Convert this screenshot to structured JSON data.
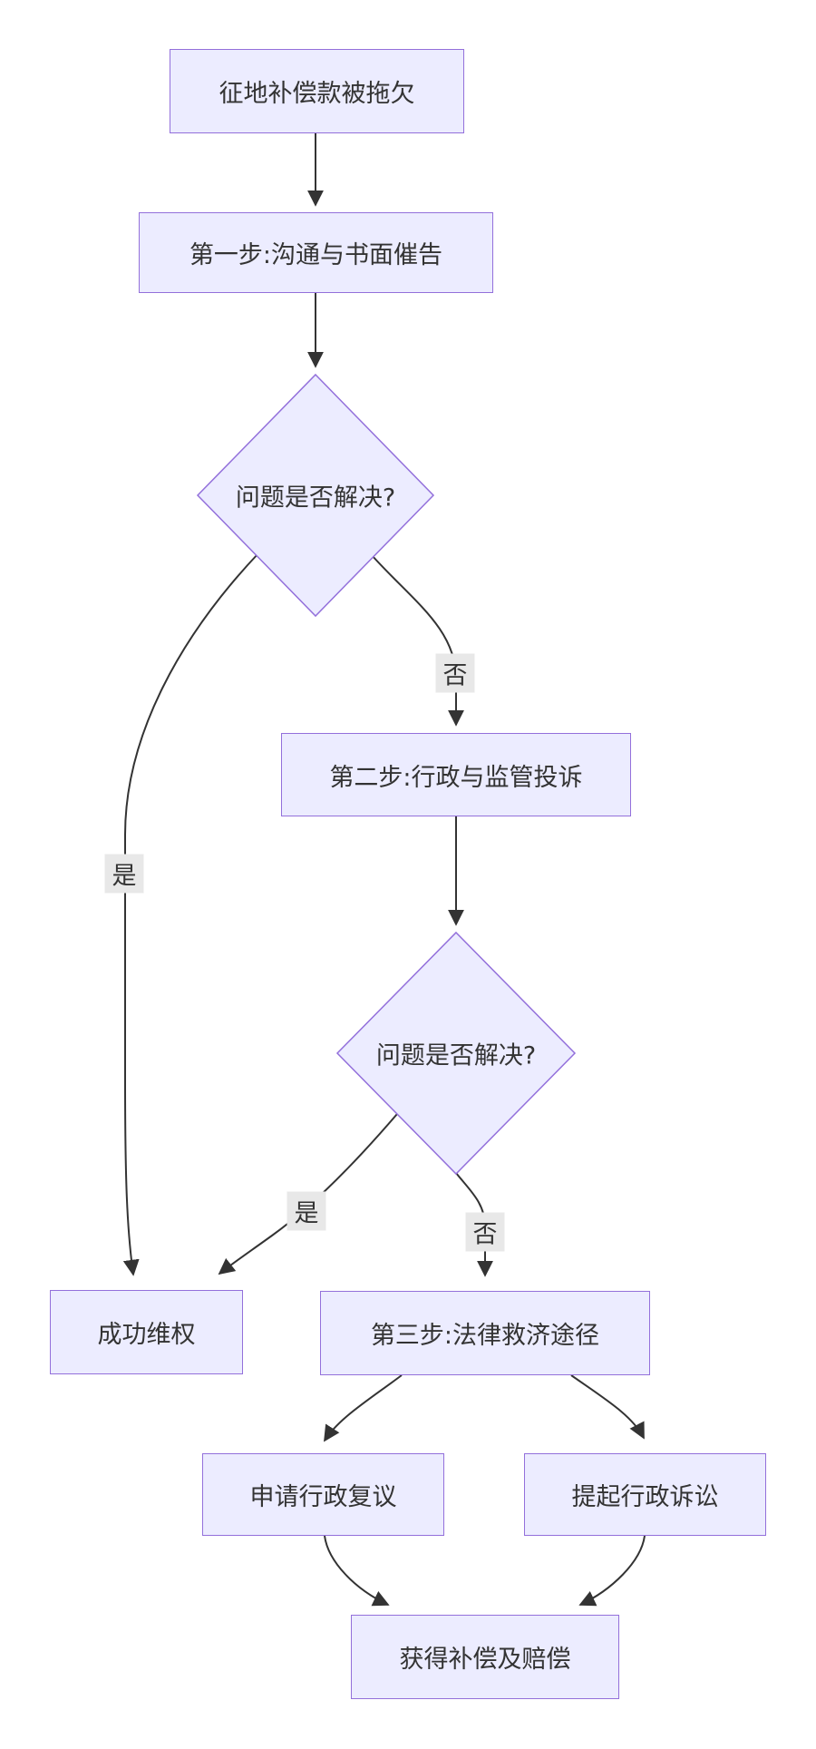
{
  "diagram": {
    "type": "flowchart",
    "direction": "top-down",
    "background_color": "#ffffff",
    "node_fill_color": "#ECECFF",
    "node_border_color": "#9370DB",
    "edge_color": "#333333",
    "text_color": "#333333",
    "edge_label_background": "#e8e8e8",
    "nodes": [
      {
        "id": "start",
        "shape": "rect",
        "label": "征地补偿款被拖欠"
      },
      {
        "id": "step1",
        "shape": "rect",
        "label": "第一步:沟通与书面催告"
      },
      {
        "id": "decision1",
        "shape": "diamond",
        "label": "问题是否解决?"
      },
      {
        "id": "step2",
        "shape": "rect",
        "label": "第二步:行政与监管投诉"
      },
      {
        "id": "decision2",
        "shape": "diamond",
        "label": "问题是否解决?"
      },
      {
        "id": "success",
        "shape": "rect",
        "label": "成功维权"
      },
      {
        "id": "step3",
        "shape": "rect",
        "label": "第三步:法律救济途径"
      },
      {
        "id": "review",
        "shape": "rect",
        "label": "申请行政复议"
      },
      {
        "id": "lawsuit",
        "shape": "rect",
        "label": "提起行政诉讼"
      },
      {
        "id": "result",
        "shape": "rect",
        "label": "获得补偿及赔偿"
      }
    ],
    "edges": [
      {
        "from": "start",
        "to": "step1",
        "label": ""
      },
      {
        "from": "step1",
        "to": "decision1",
        "label": ""
      },
      {
        "from": "decision1",
        "to": "step2",
        "label": "否"
      },
      {
        "from": "decision1",
        "to": "success",
        "label": "是"
      },
      {
        "from": "step2",
        "to": "decision2",
        "label": ""
      },
      {
        "from": "decision2",
        "to": "success",
        "label": "是"
      },
      {
        "from": "decision2",
        "to": "step3",
        "label": "否"
      },
      {
        "from": "step3",
        "to": "review",
        "label": ""
      },
      {
        "from": "step3",
        "to": "lawsuit",
        "label": ""
      },
      {
        "from": "review",
        "to": "result",
        "label": ""
      },
      {
        "from": "lawsuit",
        "to": "result",
        "label": ""
      }
    ]
  }
}
